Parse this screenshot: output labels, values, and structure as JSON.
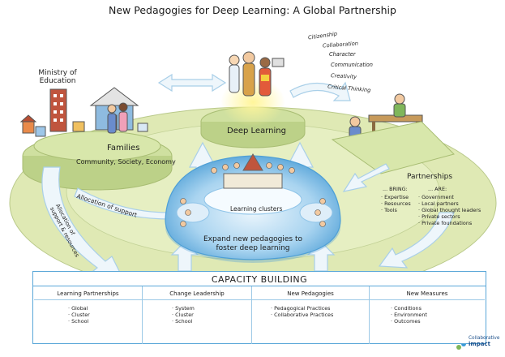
{
  "title": "New Pedagogies for Deep Learning: A Global Partnership",
  "ministry": {
    "label_line1": "Ministry of",
    "label_line2": "Education"
  },
  "families": "Families",
  "community": "Community, Society, Economy",
  "deep_learning": "Deep Learning",
  "traits": [
    "Citizenship",
    "Collaboration",
    "Character",
    "Communication",
    "Creativity",
    "Critical Thinking"
  ],
  "partnerships": {
    "title": "Partnerships",
    "bring_head": "... BRING:",
    "are_head": "... ARE:",
    "bring": [
      "Expertise",
      "Resources",
      "Tools"
    ],
    "are": [
      "Government",
      "Local partners",
      "Global thought leaders",
      "Private sectors",
      "Private foundations"
    ]
  },
  "allocation_support": "Allocation of support",
  "allocation_resources_line1": "Allocation of",
  "allocation_resources_line2": "support & resources",
  "learning_clusters": "Learning clusters",
  "expand_line1": "Expand new pedagogies to",
  "expand_line2": "foster deep learning",
  "capacity": {
    "title": "CAPACITY BUILDING",
    "columns": [
      {
        "head": "Learning Partnerships",
        "items": [
          "Global",
          "Cluster",
          "School"
        ]
      },
      {
        "head": "Change Leadership",
        "items": [
          "System",
          "Cluster",
          "School"
        ]
      },
      {
        "head": "New Pedagogies",
        "items": [
          "Pedagogical Practices",
          "Collaborative Practices"
        ]
      },
      {
        "head": "New Measures",
        "items": [
          "Conditions",
          "Environment",
          "Outcomes"
        ]
      }
    ]
  },
  "logo": {
    "line1": "Collaborative",
    "line2": "impact"
  },
  "colors": {
    "ellipse_fill": "#dfe9b4",
    "platform_fill": "#cfe0a0",
    "arrow_fill": "#eef6fb",
    "arrow_stroke": "#a9cfe8",
    "dome_blue": "#7dbde6",
    "box_border": "#5aa7d8"
  }
}
